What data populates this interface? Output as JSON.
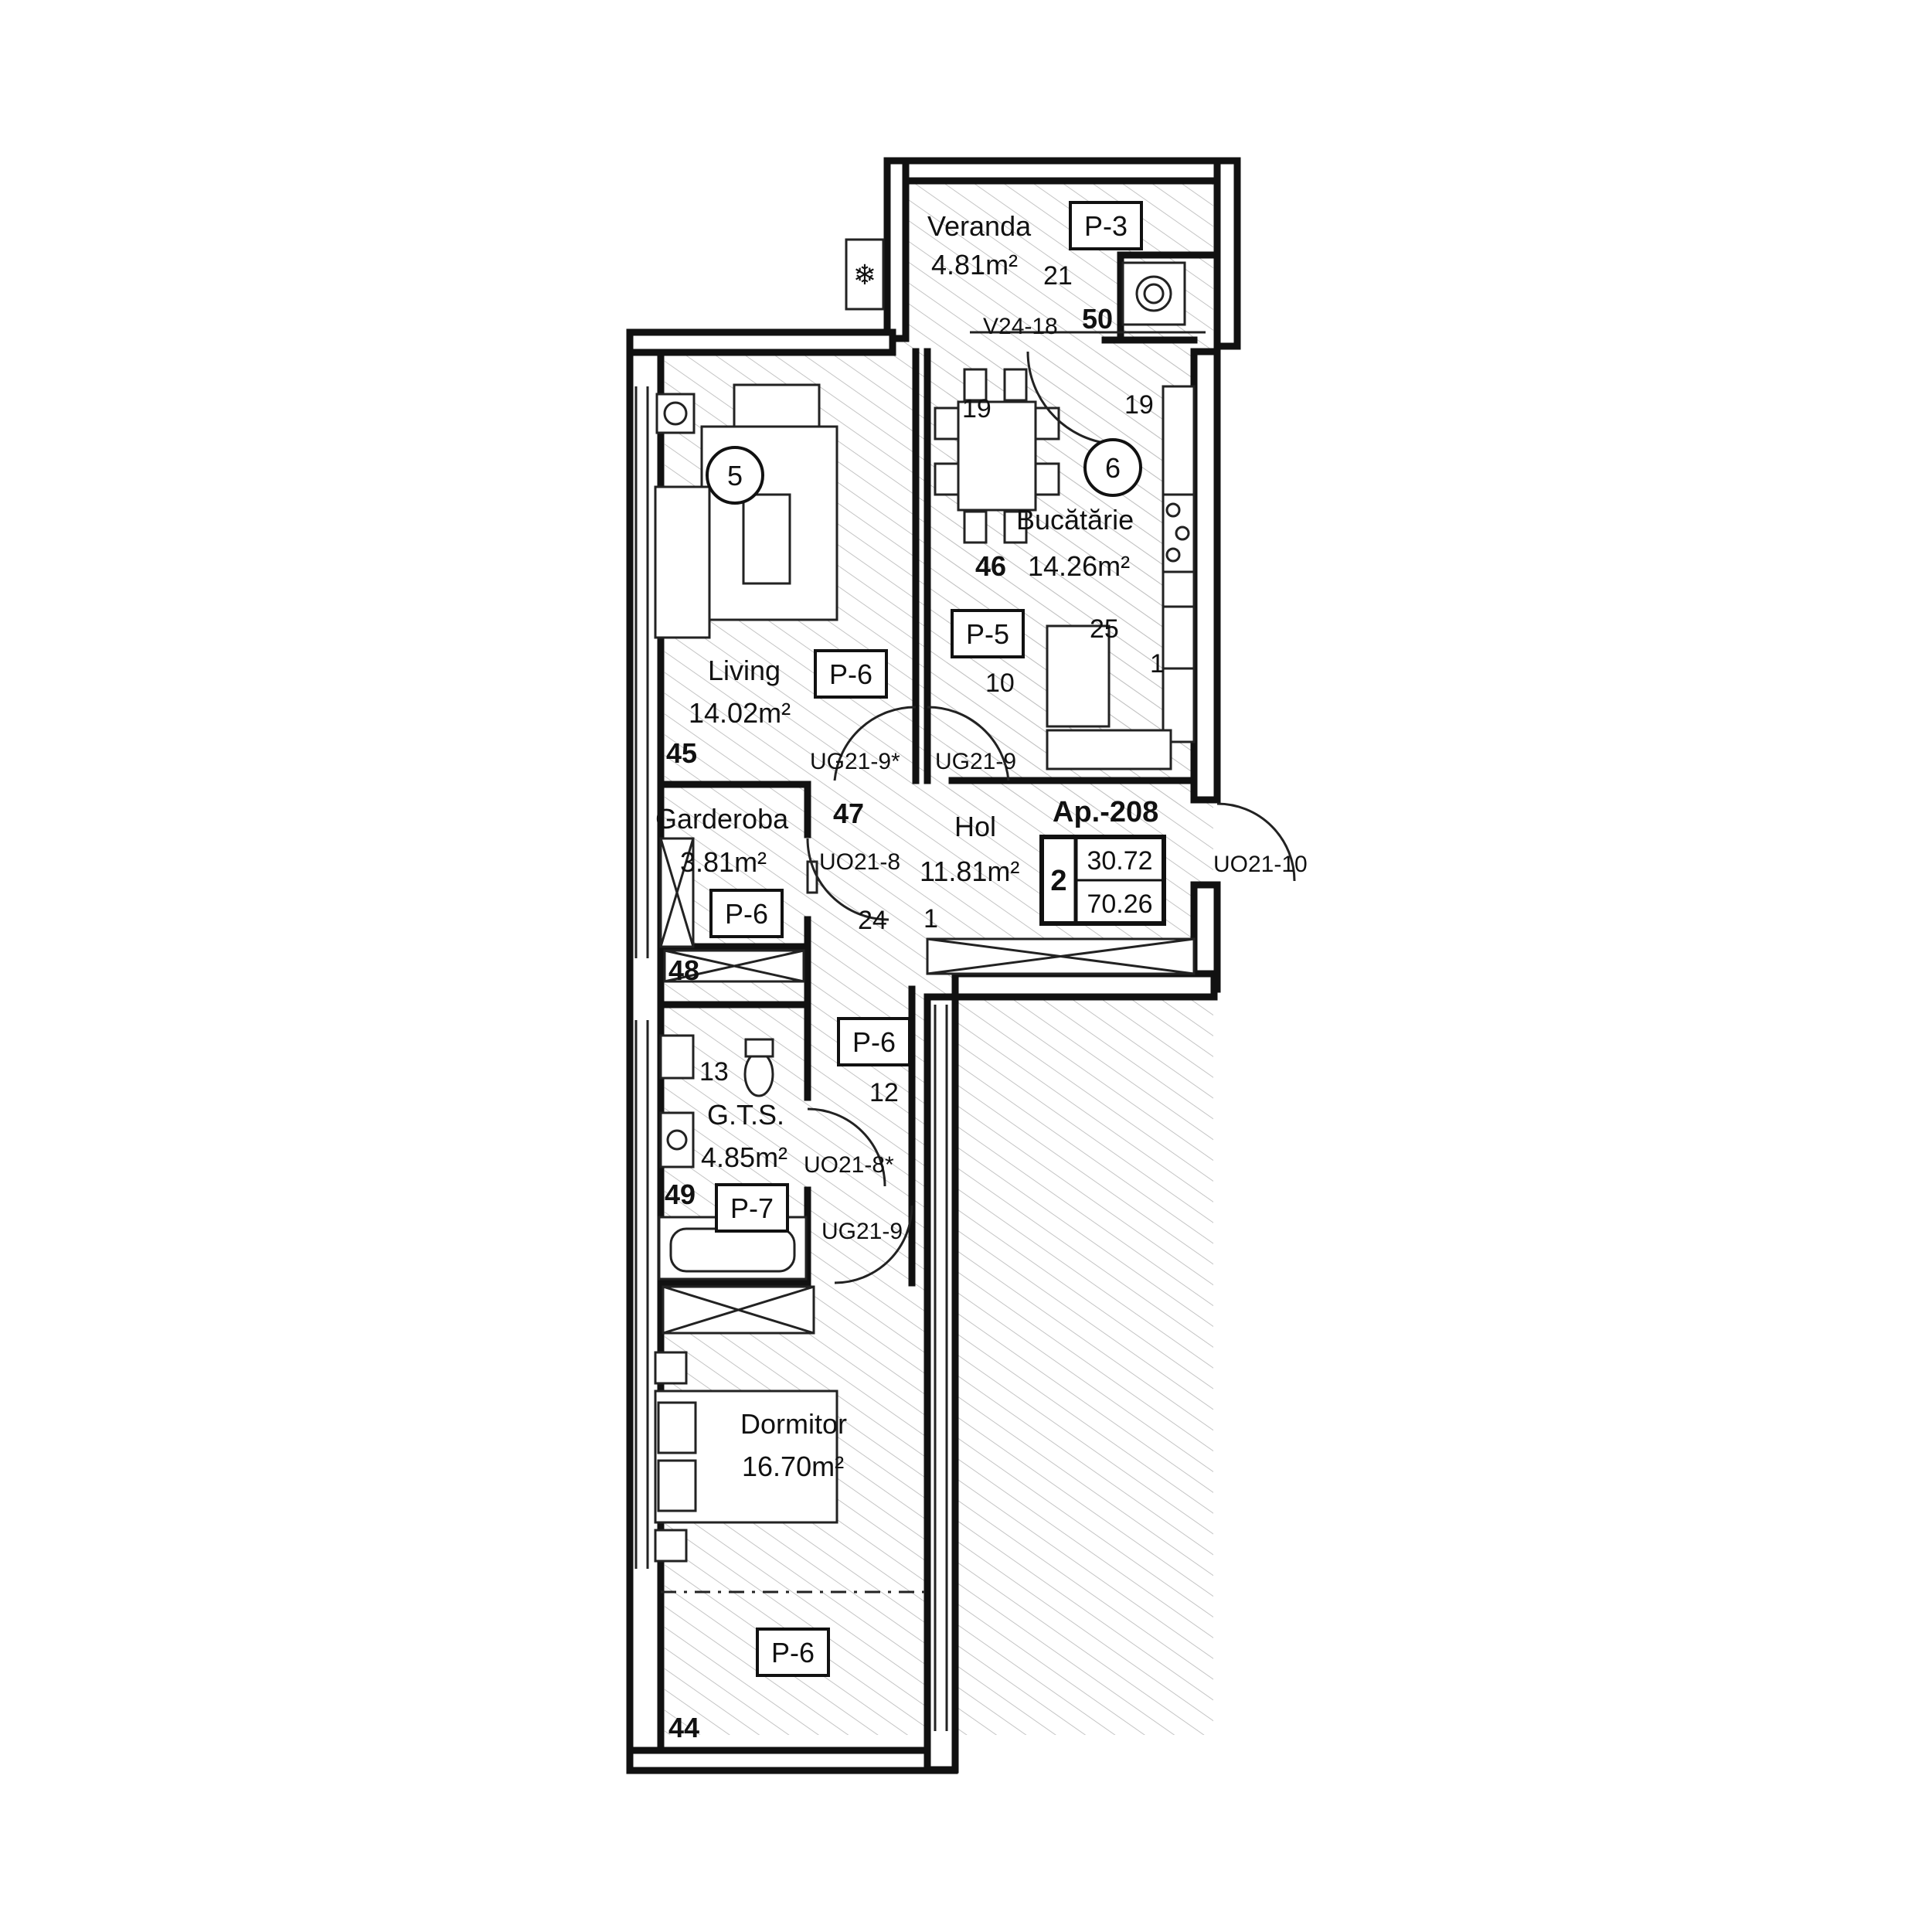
{
  "apartment": {
    "label": "Ap.-208",
    "rooms_count": "2",
    "area_living": "30.72",
    "area_total": "70.26"
  },
  "rooms": {
    "veranda": {
      "name": "Veranda",
      "area": "4.81m²",
      "tag": "P-3"
    },
    "living": {
      "name": "Living",
      "area": "14.02m²",
      "tag": "P-6",
      "number": "45",
      "circle": "5"
    },
    "kitchen": {
      "name": "Bucătărie",
      "area": "14.26m²",
      "tag": "P-5",
      "number": "46",
      "circle": "6"
    },
    "hall": {
      "name": "Hol",
      "area": "11.81m²",
      "tag": "P-6",
      "number": "47"
    },
    "wardrobe": {
      "name": "Garderoba",
      "area": "3.81m²",
      "tag": "P-6",
      "number": "48"
    },
    "bathroom": {
      "name": "G.T.S.",
      "area": "4.85m²",
      "tag": "P-7",
      "number": "49"
    },
    "bedroom": {
      "name": "Dormitor",
      "area": "16.70m²",
      "tag": "P-6",
      "number": "44"
    },
    "veranda_number": "50"
  },
  "doors": {
    "living_door": "UG21-9*",
    "kitchen_door": "UG21-9",
    "wardrobe_door": "UO21-8",
    "entrance_door": "UO21-10",
    "bathroom_door": "UO21-8*",
    "bedroom_door": "UG21-9",
    "veranda_door": "V24-18"
  },
  "markers": [
    "21",
    "19",
    "19",
    "25",
    "10",
    "1",
    "24",
    "1",
    "13",
    "12"
  ]
}
